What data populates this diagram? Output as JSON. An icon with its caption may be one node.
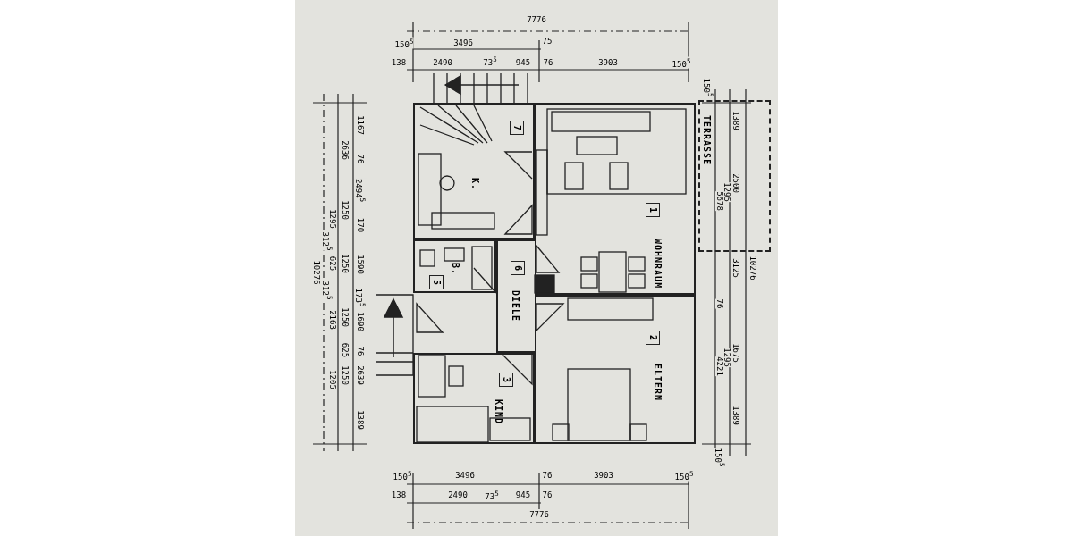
{
  "diagram": {
    "nodes": [
      {
        "text": [
          "1",
          "WOHNRAUM"
        ]
      },
      {
        "text": [
          "2",
          "ELTERN"
        ]
      },
      {
        "text": [
          "3",
          "KIND"
        ]
      },
      {
        "text": [
          "5",
          "B."
        ]
      },
      {
        "text": [
          "6",
          "DIELE"
        ]
      },
      {
        "text": [
          "7",
          "K."
        ]
      },
      {
        "text": [
          "TERRASSE"
        ]
      }
    ],
    "labels": [
      "7776",
      "150$^{5}$",
      "3496",
      "75",
      "138",
      "2490",
      "73$^{5}$",
      "945",
      "76",
      "3903",
      "150$^{5}$",
      "1167",
      "76",
      "2494$^{5}$",
      "170",
      "1590",
      "173$^{5}$",
      "1690",
      "76",
      "2639",
      "1389",
      "2636",
      "1250",
      "1295",
      "312$^{5}$",
      "1250",
      "625",
      "312$^{5}$",
      "1250",
      "2163",
      "625",
      "1250",
      "1205",
      "10276",
      "150$^{5}$",
      "1389",
      "2500",
      "1295",
      "5678",
      "3125",
      "76",
      "1675",
      "1295",
      "4221",
      "1389",
      "150$^{5}$",
      "10276",
      "150$^{5}$",
      "3496",
      "76",
      "3903",
      "150$^{5}$",
      "138",
      "2490",
      "73$^{5}$",
      "945",
      "76",
      "7776"
    ]
  }
}
